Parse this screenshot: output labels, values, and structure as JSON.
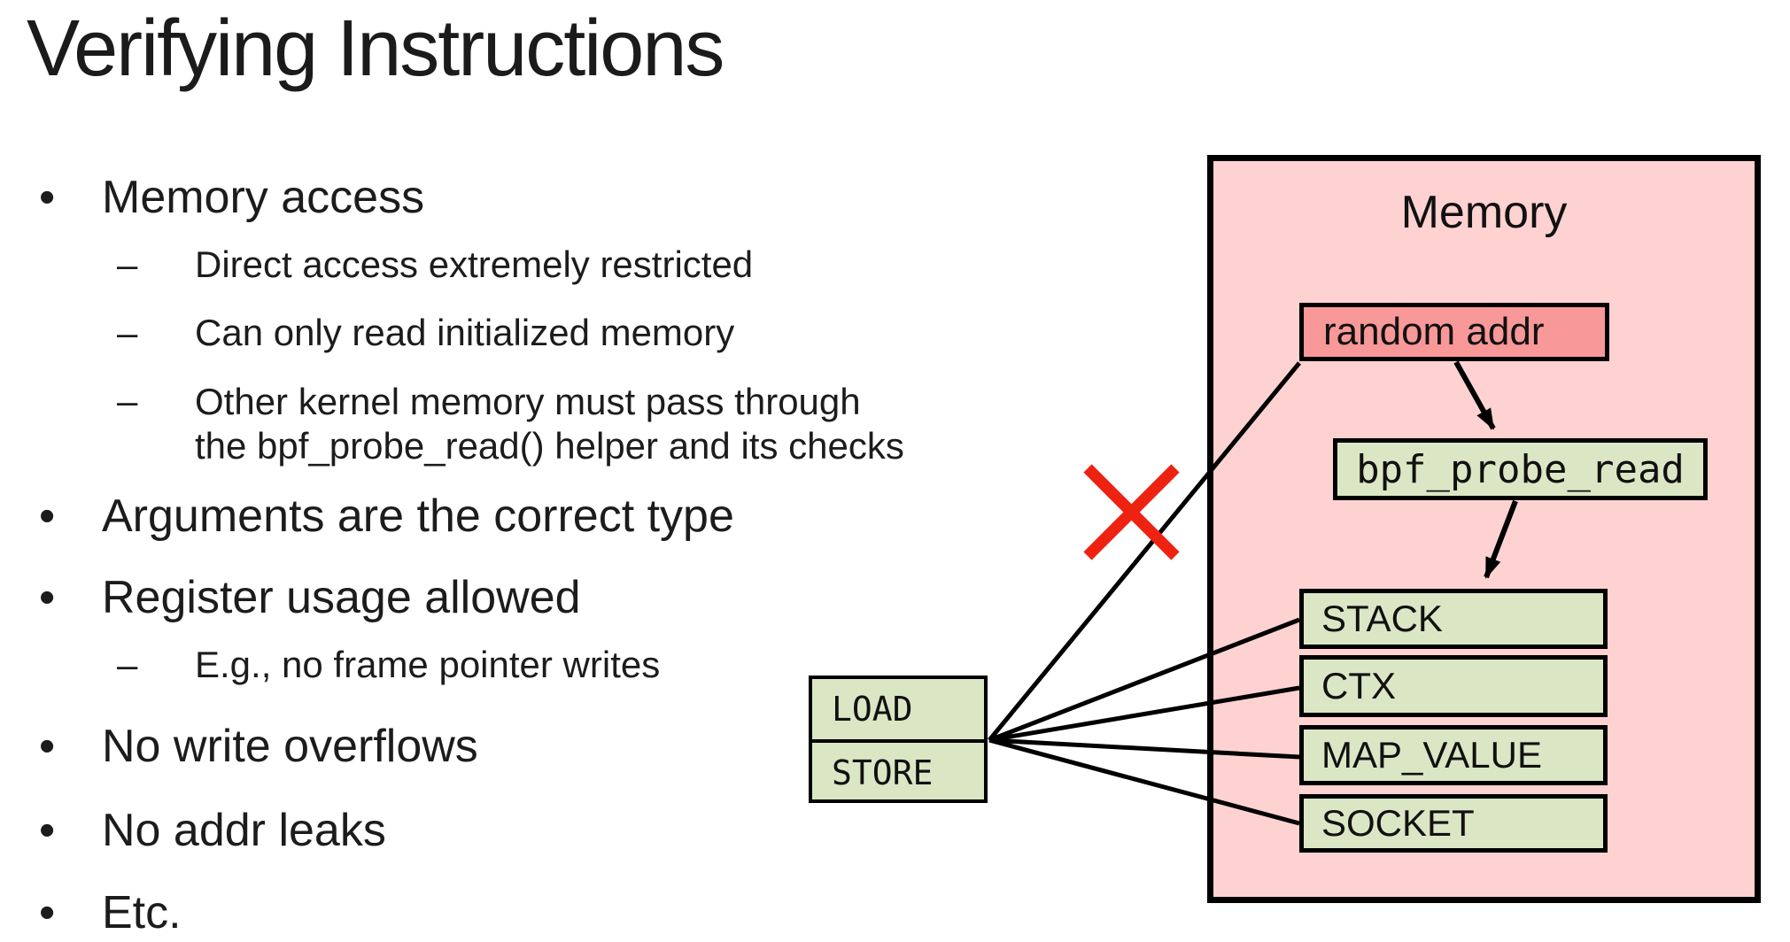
{
  "title": "Verifying Instructions",
  "glyphs": {
    "bullet": "•",
    "dash": "–"
  },
  "bullets": {
    "items": [
      {
        "level": 1,
        "text": "Memory access"
      },
      {
        "level": 2,
        "text": "Direct access extremely restricted"
      },
      {
        "level": 2,
        "text": "Can only read initialized memory"
      },
      {
        "level": 2,
        "lines": [
          "Other kernel memory must pass through",
          "the bpf_probe_read() helper and its checks"
        ]
      },
      {
        "level": 1,
        "text": "Arguments are the correct type"
      },
      {
        "level": 1,
        "text": "Register usage allowed"
      },
      {
        "level": 2,
        "text": "E.g., no frame pointer writes"
      },
      {
        "level": 1,
        "text": "No write overflows"
      },
      {
        "level": 1,
        "text": "No addr leaks"
      },
      {
        "level": 1,
        "text": "Etc."
      }
    ]
  },
  "diagram": {
    "memory_label": "Memory",
    "nodes": {
      "random_addr": "random addr",
      "bpf_probe_read": "bpf_probe_read",
      "stack": "STACK",
      "ctx": "CTX",
      "map_value": "MAP_VALUE",
      "socket": "SOCKET",
      "load": "LOAD",
      "store": "STORE"
    },
    "colors": {
      "memory_bg": "#ffd2d2",
      "blocked_bg": "#f99898",
      "allowed_bg": "#dbe6c5",
      "line": "#000000",
      "x_mark": "#ee2211"
    }
  }
}
